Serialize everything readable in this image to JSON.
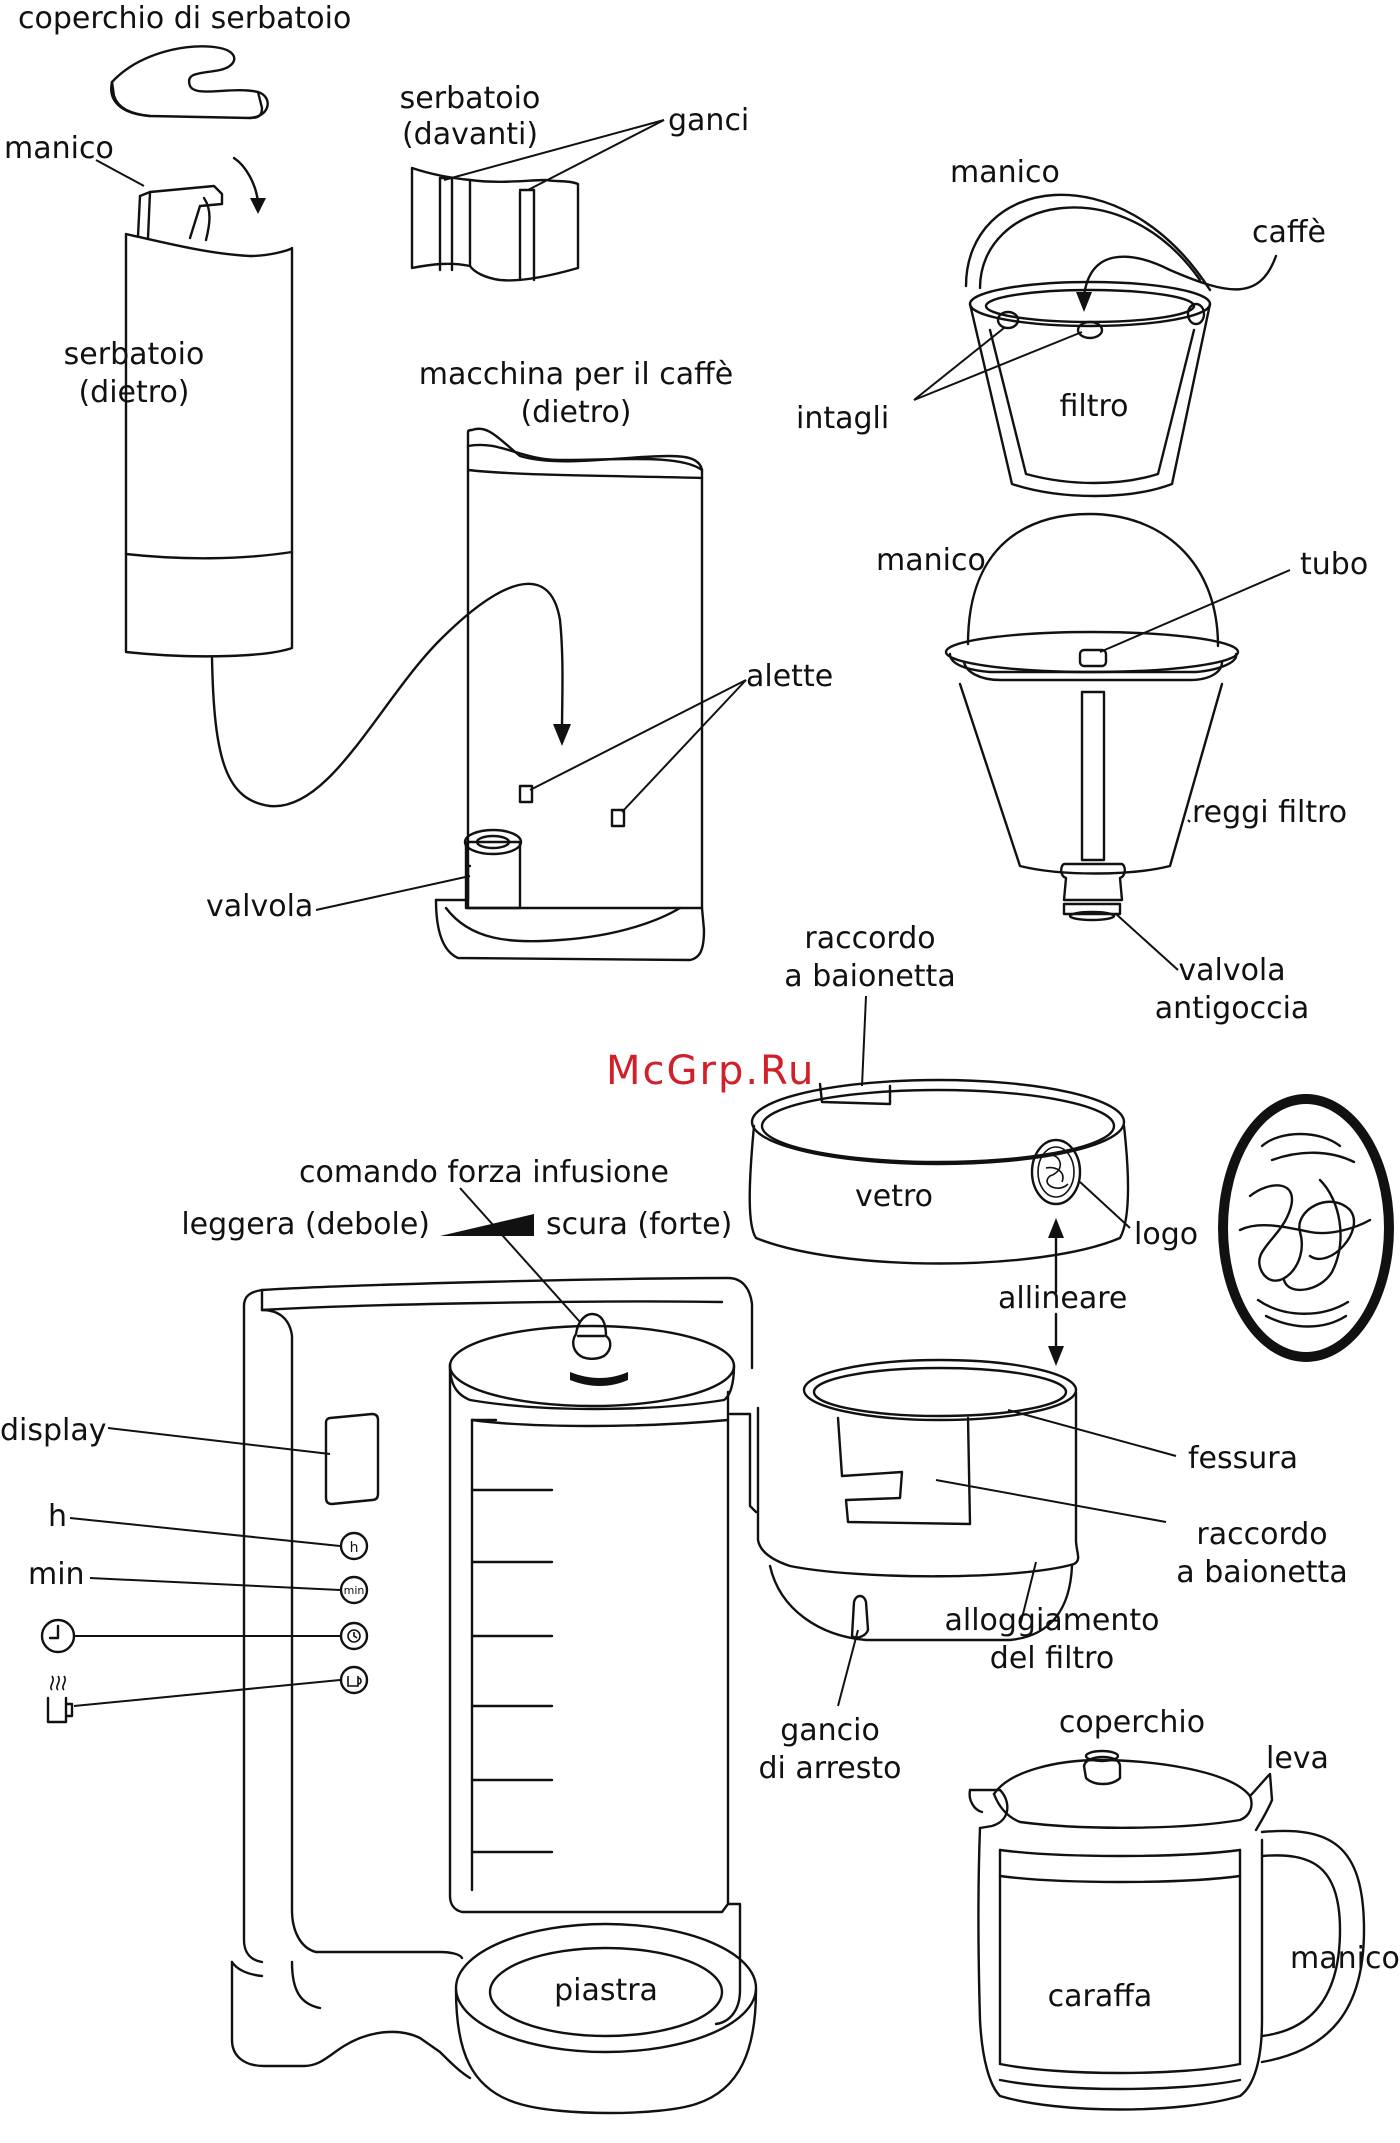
{
  "watermark": "McGrp.Ru",
  "labels": {
    "coperchio_serbatoio": "coperchio di serbatoio",
    "manico_tank": "manico",
    "serbatoio_davanti_1": "serbatoio",
    "serbatoio_davanti_2": "(davanti)",
    "ganci": "ganci",
    "serbatoio_dietro_1": "serbatoio",
    "serbatoio_dietro_2": "(dietro)",
    "macchina_1": "macchina per il caffè",
    "macchina_2": "(dietro)",
    "alette": "alette",
    "valvola": "valvola",
    "manico_filtro": "manico",
    "caffe": "caffè",
    "intagli": "intagli",
    "filtro": "filtro",
    "manico_reggi": "manico",
    "tubo": "tubo",
    "reggi_filtro": "reggi filtro",
    "valvola_antigoccia_1": "valvola",
    "valvola_antigoccia_2": "antigoccia",
    "raccordo_top_1": "raccordo",
    "raccordo_top_2": "a baionetta",
    "vetro": "vetro",
    "logo": "logo",
    "allineare": "allineare",
    "comando": "comando forza infusione",
    "leggera": "leggera (debole)",
    "scura": "scura (forte)",
    "display": "display",
    "h": "h",
    "min": "min",
    "fessura": "fessura",
    "raccordo_bottom_1": "raccordo",
    "raccordo_bottom_2": "a baionetta",
    "alloggiamento_1": "alloggiamento",
    "alloggiamento_2": "del filtro",
    "gancio_1": "gancio",
    "gancio_2": "di arresto",
    "piastra": "piastra",
    "coperchio": "coperchio",
    "leva": "leva",
    "manico_caraffa": "manico",
    "caraffa": "caraffa"
  },
  "button_glyphs": {
    "h": "h",
    "min": "min"
  },
  "icons": [
    "clock-icon",
    "hot-cup-icon",
    "logo-monogram"
  ]
}
